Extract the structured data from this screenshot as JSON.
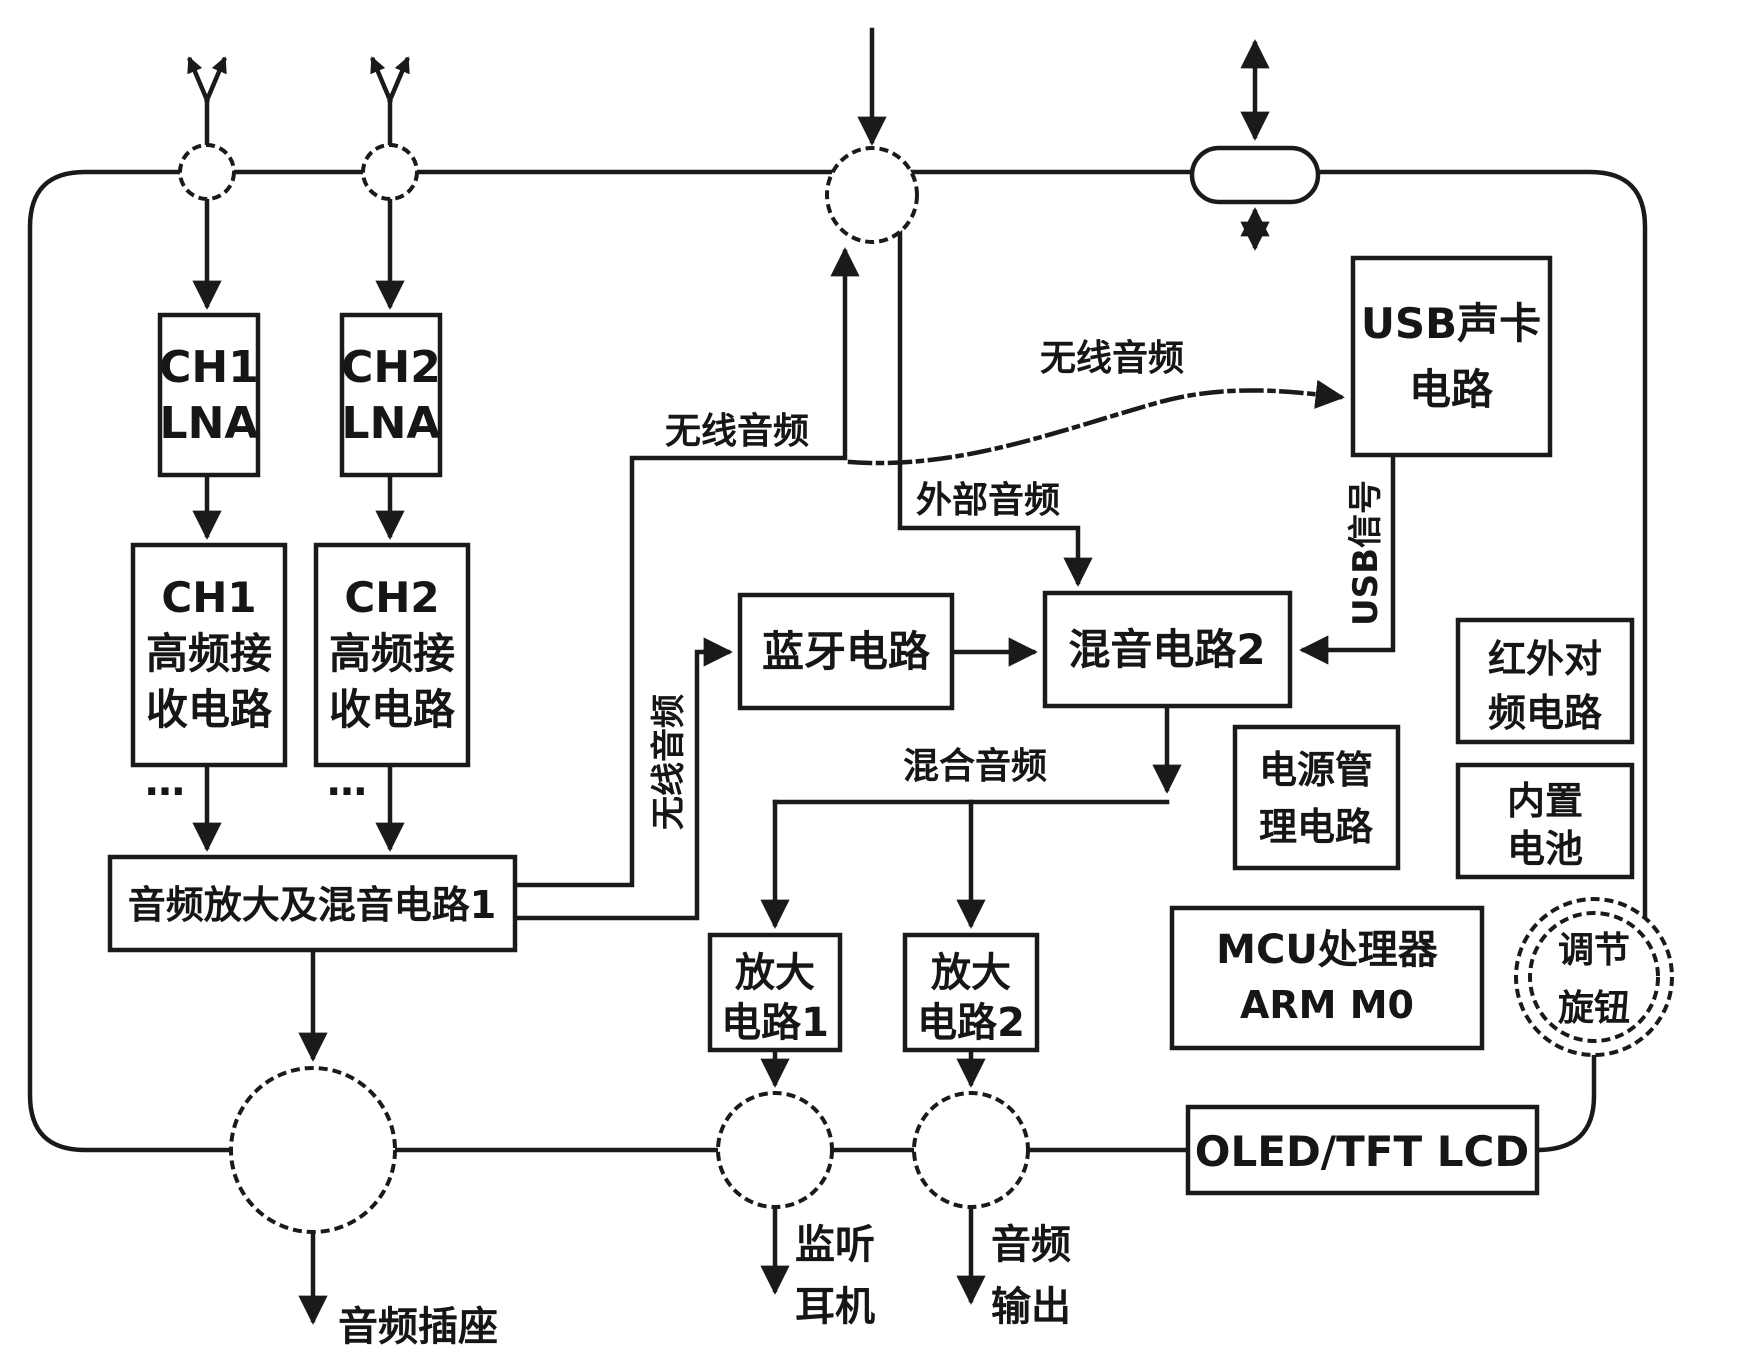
{
  "meta": {
    "type": "circuit-block-diagram",
    "background_color": "#ffffff",
    "ink_color": "#1a1a1a"
  },
  "blocks": {
    "ch1_lna": {
      "line1": "CH1",
      "line2": "LNA"
    },
    "ch2_lna": {
      "line1": "CH2",
      "line2": "LNA"
    },
    "ch1_rf": {
      "line1": "CH1",
      "line2": "高频接",
      "line3": "收电路"
    },
    "ch2_rf": {
      "line1": "CH2",
      "line2": "高频接",
      "line3": "收电路"
    },
    "amp_mix1": {
      "line1": "音频放大及混音电路1"
    },
    "bluetooth": {
      "line1": "蓝牙电路"
    },
    "mixer2": {
      "line1": "混音电路2"
    },
    "usb_soundcard": {
      "line1": "USB声卡",
      "line2": "电路"
    },
    "ir_pairing": {
      "line1": "红外对",
      "line2": "频电路"
    },
    "power_mgmt": {
      "line1": "电源管",
      "line2": "理电路"
    },
    "battery": {
      "line1": "内置",
      "line2": "电池"
    },
    "mcu": {
      "line1": "MCU处理器",
      "line2": "ARM M0"
    },
    "amp1": {
      "line1": "放大",
      "line2": "电路1"
    },
    "amp2": {
      "line1": "放大",
      "line2": "电路2"
    },
    "oled": {
      "line1": "OLED/TFT LCD"
    },
    "knob": {
      "line1": "调节",
      "line2": "旋钮"
    }
  },
  "labels": {
    "wireless_audio_left": "无线音频",
    "wireless_audio_to_usb": "无线音频",
    "wireless_audio_to_bt": "无线音频",
    "external_audio": "外部音频",
    "mixed_audio": "混合音频",
    "usb_signal": "USB信号",
    "audio_jack": "音频插座",
    "monitor_phones_line1": "监听",
    "monitor_phones_line2": "耳机",
    "audio_out_line1": "音频",
    "audio_out_line2": "输出",
    "ellipsis": "…"
  }
}
